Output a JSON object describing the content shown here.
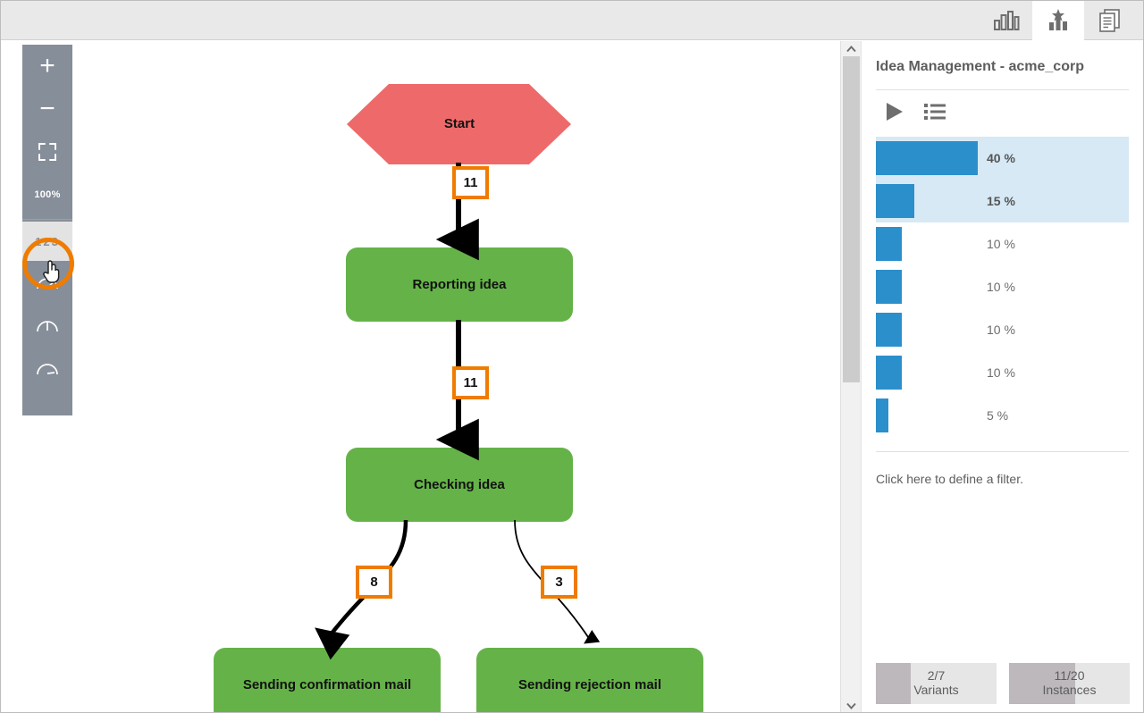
{
  "header": {
    "icons": [
      {
        "name": "bar-chart-icon",
        "title": "Statistics"
      },
      {
        "name": "bar-chart-star-icon",
        "title": "Process Discovery",
        "active": true
      },
      {
        "name": "documents-icon",
        "title": "Documents"
      }
    ]
  },
  "toolbar": {
    "zoom_in_label": "+",
    "zoom_out_label": "−",
    "fit_label": "fit-screen-icon",
    "zoom_level": "100%",
    "numbers_label": "123",
    "gauges": [
      "gauge-low-icon",
      "gauge-mid-icon",
      "gauge-high-icon"
    ]
  },
  "diagram": {
    "nodes": [
      {
        "id": "start",
        "label": "Start",
        "shape": "hexagon",
        "color": "#ee6a6a"
      },
      {
        "id": "reporting",
        "label": "Reporting idea",
        "shape": "rounded-rect",
        "color": "#65b348"
      },
      {
        "id": "checking",
        "label": "Checking idea",
        "shape": "rounded-rect",
        "color": "#65b348"
      },
      {
        "id": "confirm",
        "label": "Sending confirmation mail",
        "shape": "rounded-rect",
        "color": "#65b348"
      },
      {
        "id": "reject",
        "label": "Sending rejection mail",
        "shape": "rounded-rect",
        "color": "#65b348"
      }
    ],
    "edges": [
      {
        "from": "start",
        "to": "reporting",
        "label": "11"
      },
      {
        "from": "reporting",
        "to": "checking",
        "label": "11"
      },
      {
        "from": "checking",
        "to": "confirm",
        "label": "8"
      },
      {
        "from": "checking",
        "to": "reject",
        "label": "3"
      }
    ],
    "highlight_color": "#ef7c00"
  },
  "scrollbar": {
    "up_arrow": "chevron-up-icon",
    "down_arrow": "chevron-down-icon"
  },
  "right_panel": {
    "title": "Idea Management - acme_corp",
    "tools": [
      {
        "name": "play-icon",
        "title": "Play"
      },
      {
        "name": "list-icon",
        "title": "List"
      }
    ],
    "variants": [
      {
        "percent": "40 %",
        "value": 40,
        "selected": true
      },
      {
        "percent": "15 %",
        "value": 15,
        "selected": true
      },
      {
        "percent": "10 %",
        "value": 10,
        "selected": false
      },
      {
        "percent": "10 %",
        "value": 10,
        "selected": false
      },
      {
        "percent": "10 %",
        "value": 10,
        "selected": false
      },
      {
        "percent": "10 %",
        "value": 10,
        "selected": false
      },
      {
        "percent": "5 %",
        "value": 5,
        "selected": false
      }
    ],
    "bar_color": "#2b8fcb",
    "selection_color": "#d6e9f5",
    "filter_hint": "Click here to define a filter.",
    "stats": [
      {
        "value": "2/7",
        "label": "Variants",
        "fill_percent": 29
      },
      {
        "value": "11/20",
        "label": "Instances",
        "fill_percent": 55
      }
    ]
  }
}
